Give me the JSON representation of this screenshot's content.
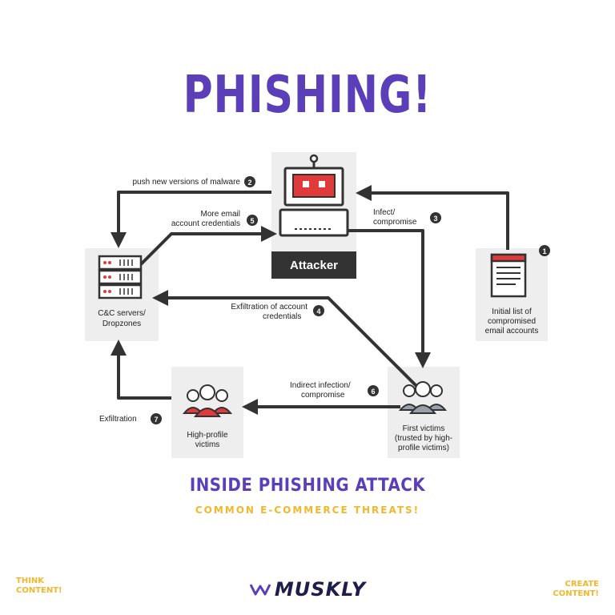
{
  "title": "PHISHING!",
  "subtitle": "INSIDE PHISHING ATTACK",
  "tagline": "COMMON E-COMMERCE THREATS!",
  "footer": {
    "left_line1": "THINK",
    "left_line2": "CONTENT!",
    "right_line1": "CREATE",
    "right_line2": "CONTENT!",
    "brand": "MUSKLY"
  },
  "diagram": {
    "attacker_label": "Attacker",
    "cc_label_1": "C&C servers/",
    "cc_label_2": "Dropzones",
    "list_label_1": "Initial list of",
    "list_label_2": "compromised",
    "list_label_3": "email accounts",
    "first_label_1": "First victims",
    "first_label_2": "(trusted by high-",
    "first_label_3": "profile victims)",
    "high_label_1": "High-profile",
    "high_label_2": "victims",
    "steps": [
      {
        "num": "1",
        "l1": "",
        "l2": ""
      },
      {
        "num": "2",
        "l1": "push new versions of malware",
        "l2": ""
      },
      {
        "num": "3",
        "l1": "Infect/",
        "l2": "compromise"
      },
      {
        "num": "4",
        "l1": "Exfiltration of account",
        "l2": "credentials"
      },
      {
        "num": "5",
        "l1": "More email",
        "l2": "account credentials"
      },
      {
        "num": "6",
        "l1": "Indirect infection/",
        "l2": "compromise"
      },
      {
        "num": "7",
        "l1": "Exfiltration",
        "l2": ""
      }
    ]
  },
  "colors": {
    "purple": "#5a3fb8",
    "yellow": "#f2b72c",
    "red": "#e03a3a",
    "dark": "#333333",
    "panel": "#eeeeee"
  }
}
